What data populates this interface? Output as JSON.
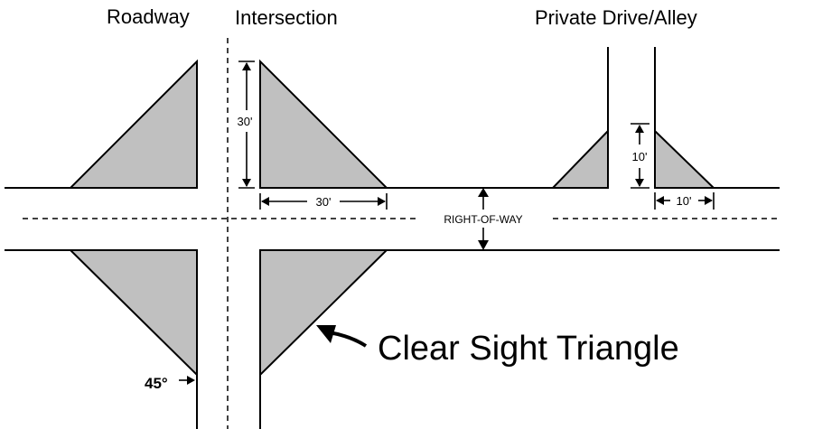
{
  "labels": {
    "roadway": "Roadway",
    "intersection": "Intersection",
    "private_drive": "Private Drive/Alley",
    "right_of_way": "RIGHT-OF-WAY",
    "clear_sight_triangle": "Clear Sight Triangle",
    "angle": "45°",
    "dim_30_vertical": "30'",
    "dim_30_horizontal": "30'",
    "dim_10_vertical": "10'",
    "dim_10_horizontal": "10'"
  },
  "colors": {
    "triangle_fill": "#c0c0c0",
    "line": "#000000",
    "background": "#ffffff"
  }
}
